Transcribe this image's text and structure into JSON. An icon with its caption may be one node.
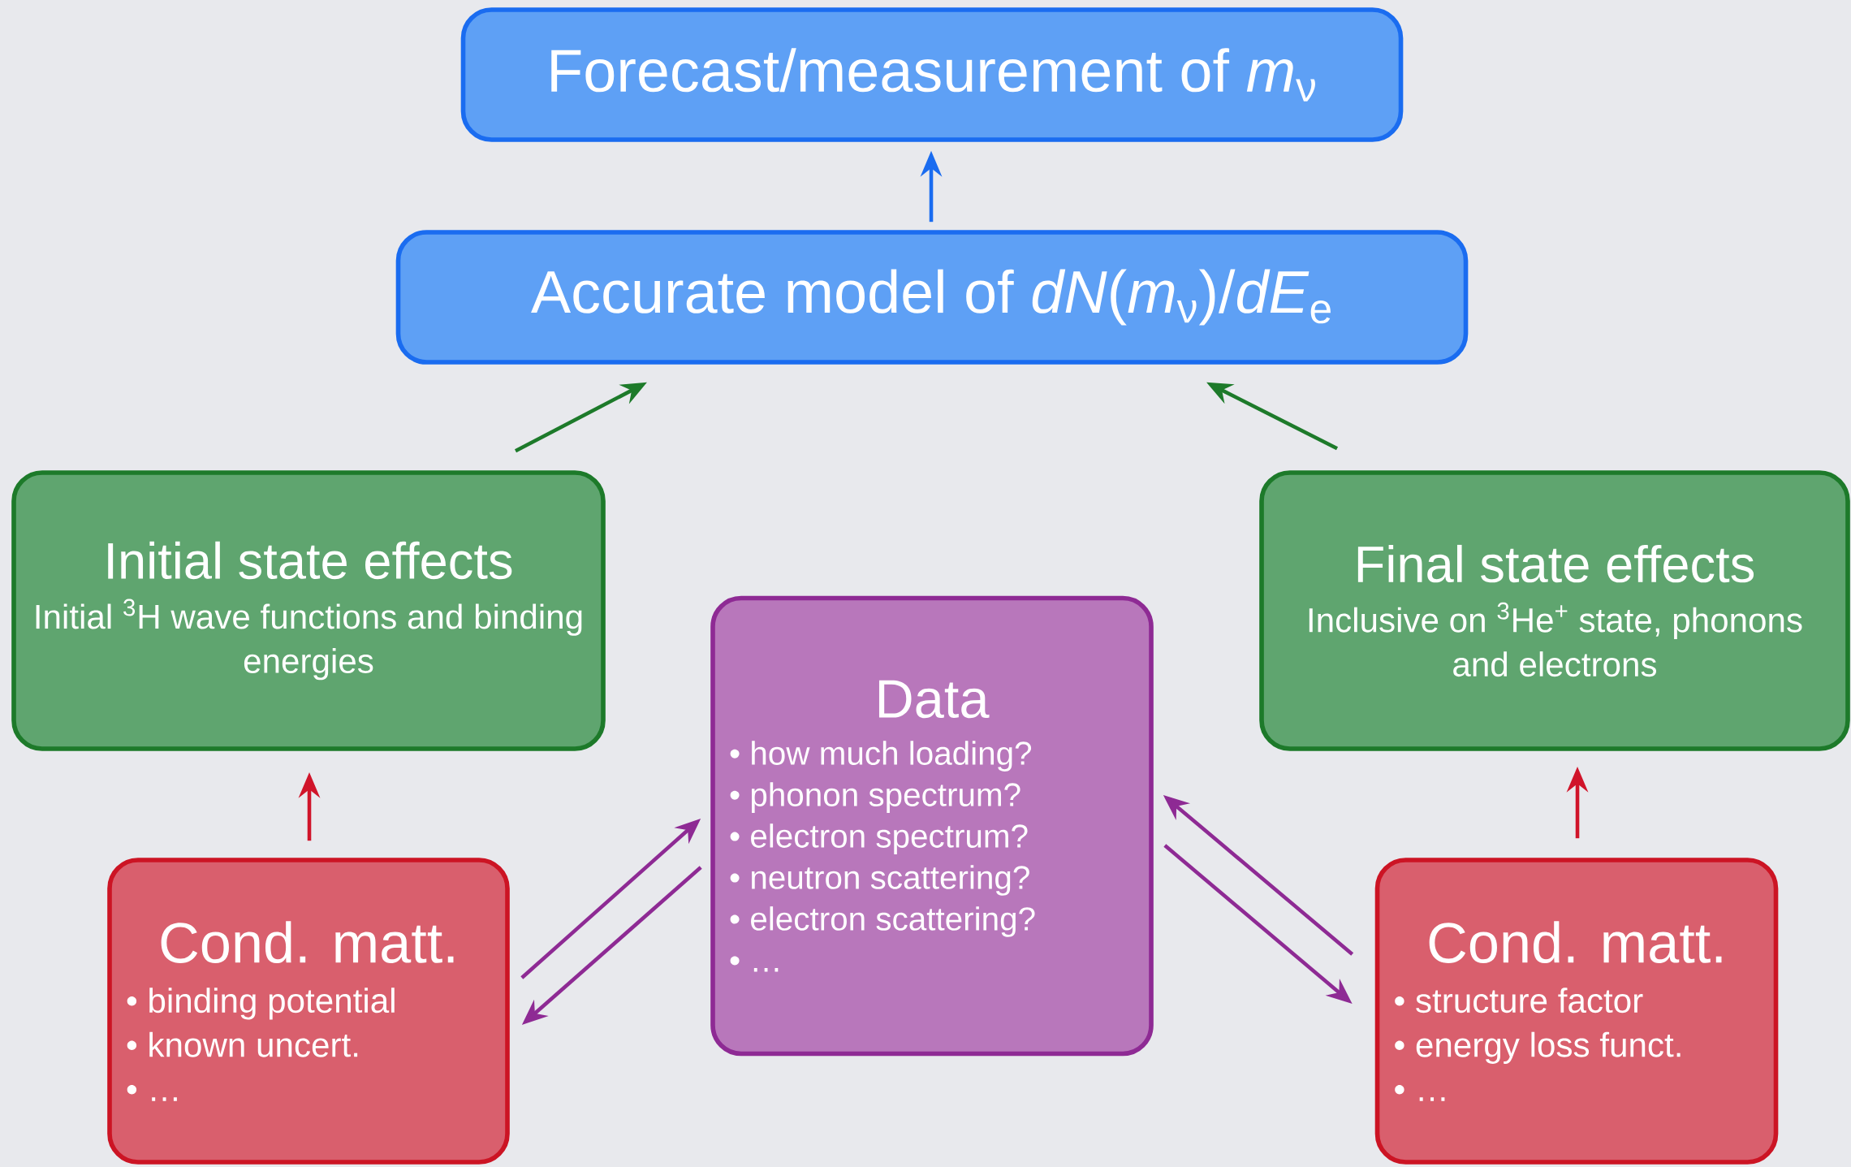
{
  "diagram": {
    "nodes": [
      {
        "text": [
          "Forecast/measurement of *m*$_{ν}$"
        ]
      },
      {
        "text": [
          "Accurate model of *dN*(*m*$_{ν}$)/*dE*$_{e}$"
        ]
      },
      {
        "text": [
          "Initial state effects",
          "Initial $^{3}$H wave functions and binding energies"
        ]
      },
      {
        "text": [
          "Data",
          "• how much loading?",
          "• phonon spectrum?",
          "• electron spectrum?",
          "• neutron scattering?",
          "• electron scattering?",
          "• …"
        ]
      },
      {
        "text": [
          "Final state effects",
          "Inclusive on $^{3}$He$^{+}$ state, phonons and electrons"
        ]
      },
      {
        "text": [
          "Cond. matt.",
          "• binding potential",
          "• known uncert.",
          "• …"
        ]
      },
      {
        "text": [
          "Cond. matt.",
          "• structure factor",
          "• energy loss funct.",
          "• …"
        ]
      }
    ],
    "edges": [
      {
        "from": 1,
        "to": 0,
        "arrow": "to",
        "color": "#1a6cf0"
      },
      {
        "from": 2,
        "to": 1,
        "arrow": "to",
        "color": "#1d7a2a"
      },
      {
        "from": 4,
        "to": 1,
        "arrow": "to",
        "color": "#1d7a2a"
      },
      {
        "from": 5,
        "to": 2,
        "arrow": "to",
        "color": "#d0142a"
      },
      {
        "from": 6,
        "to": 4,
        "arrow": "to",
        "color": "#d0142a"
      },
      {
        "from": 5,
        "to": 3,
        "arrow": "to",
        "color": "#8e2a94"
      },
      {
        "from": 3,
        "to": 5,
        "arrow": "to",
        "color": "#8e2a94"
      },
      {
        "from": 6,
        "to": 3,
        "arrow": "to",
        "color": "#8e2a94"
      },
      {
        "from": 3,
        "to": 6,
        "arrow": "to",
        "color": "#8e2a94"
      }
    ]
  }
}
